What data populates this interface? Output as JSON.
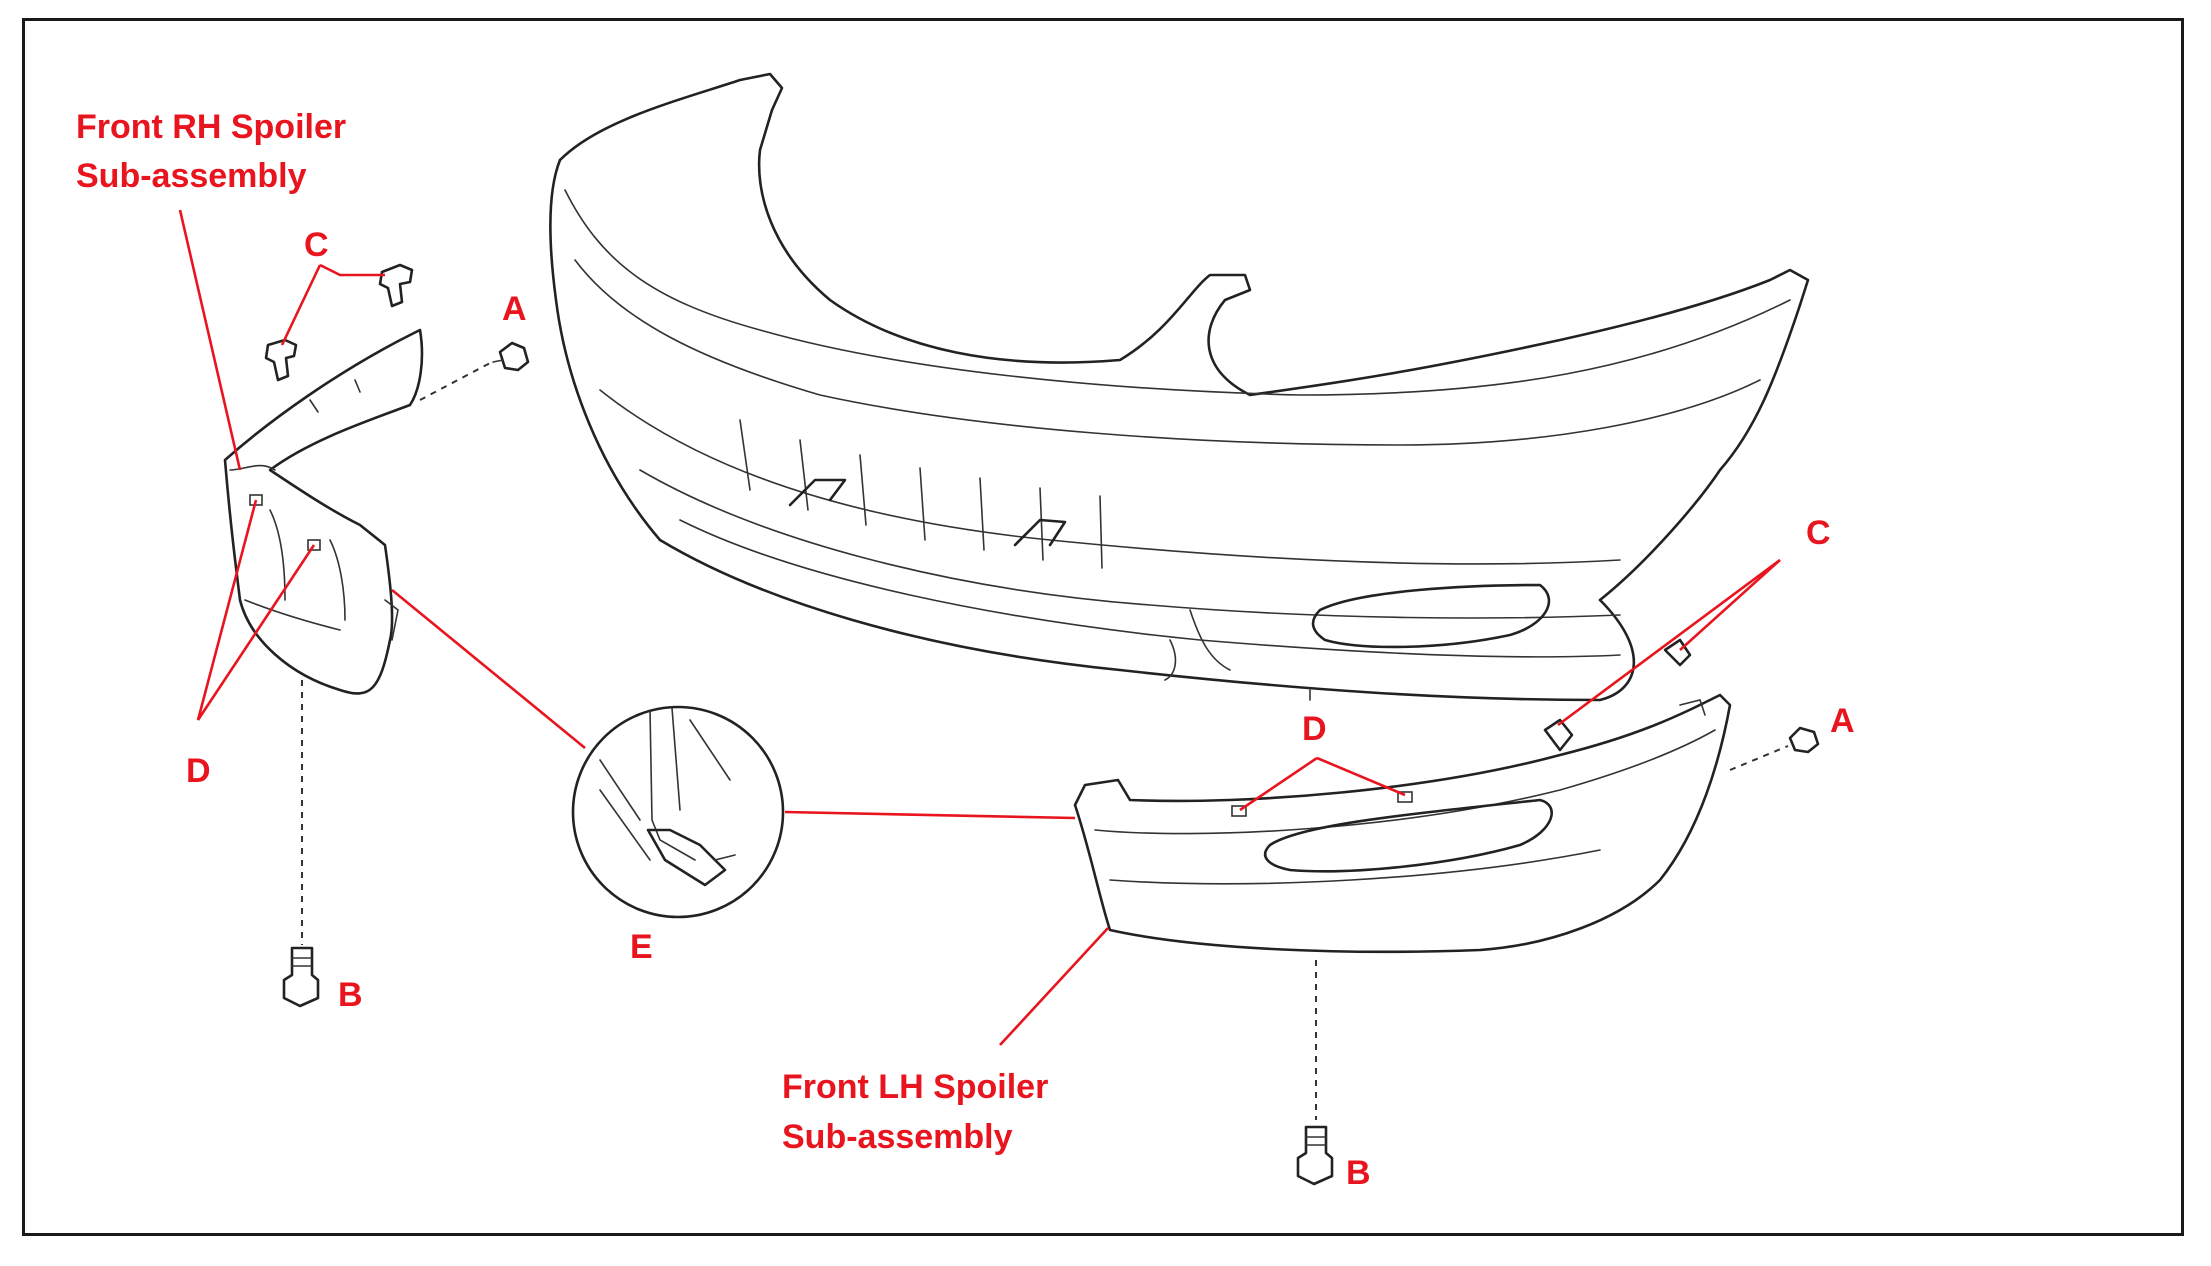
{
  "labels": {
    "rh_spoiler_line1": "Front RH Spoiler",
    "rh_spoiler_line2": "Sub-assembly",
    "lh_spoiler_line1": "Front LH Spoiler",
    "lh_spoiler_line2": "Sub-assembly",
    "a_left": "A",
    "a_right": "A",
    "b_left": "B",
    "b_right": "B",
    "c_left": "C",
    "c_right": "C",
    "d_left": "D",
    "d_right": "D",
    "e": "E"
  },
  "colors": {
    "label": "#e8141e",
    "linework": "#222222",
    "frame": "#1a1a1a",
    "background": "#ffffff"
  }
}
